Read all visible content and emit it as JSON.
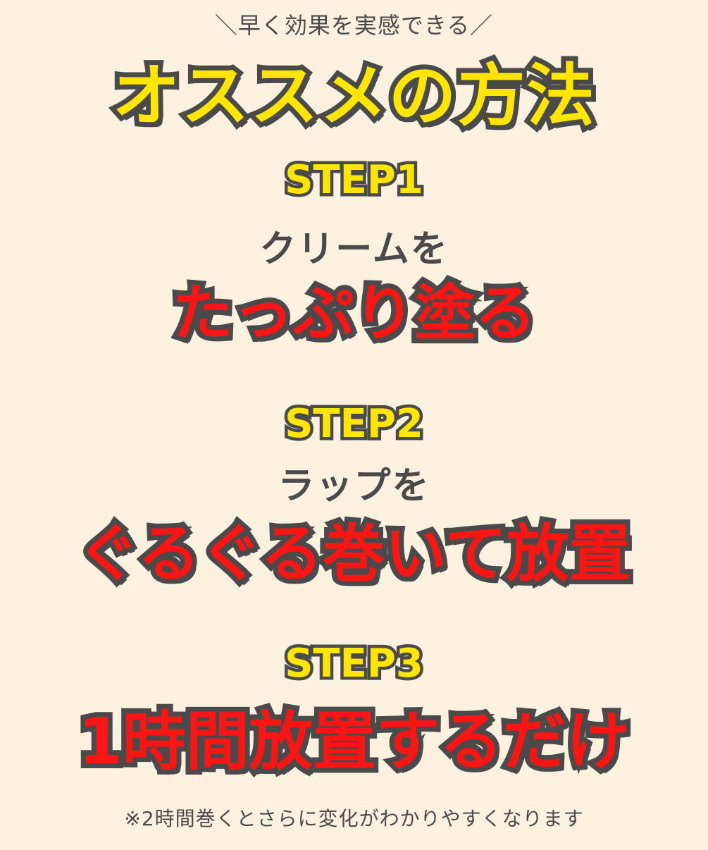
{
  "header": {
    "tagline": "＼早く効果を実感できる／",
    "title": "オススメの方法"
  },
  "steps": [
    {
      "label": "STEP1",
      "sub": "クリームを",
      "main": "たっぷり塗る"
    },
    {
      "label": "STEP2",
      "sub": "ラップを",
      "main": "ぐるぐる巻いて放置"
    },
    {
      "label": "STEP3",
      "main": "1時間放置するだけ"
    }
  ],
  "footnote": "※2時間巻くとさらに変化がわかりやすくなります",
  "colors": {
    "background": "#fcf1df",
    "accent_yellow": "#ffe600",
    "accent_red": "#ff1414",
    "outline": "#4a4a4a"
  }
}
